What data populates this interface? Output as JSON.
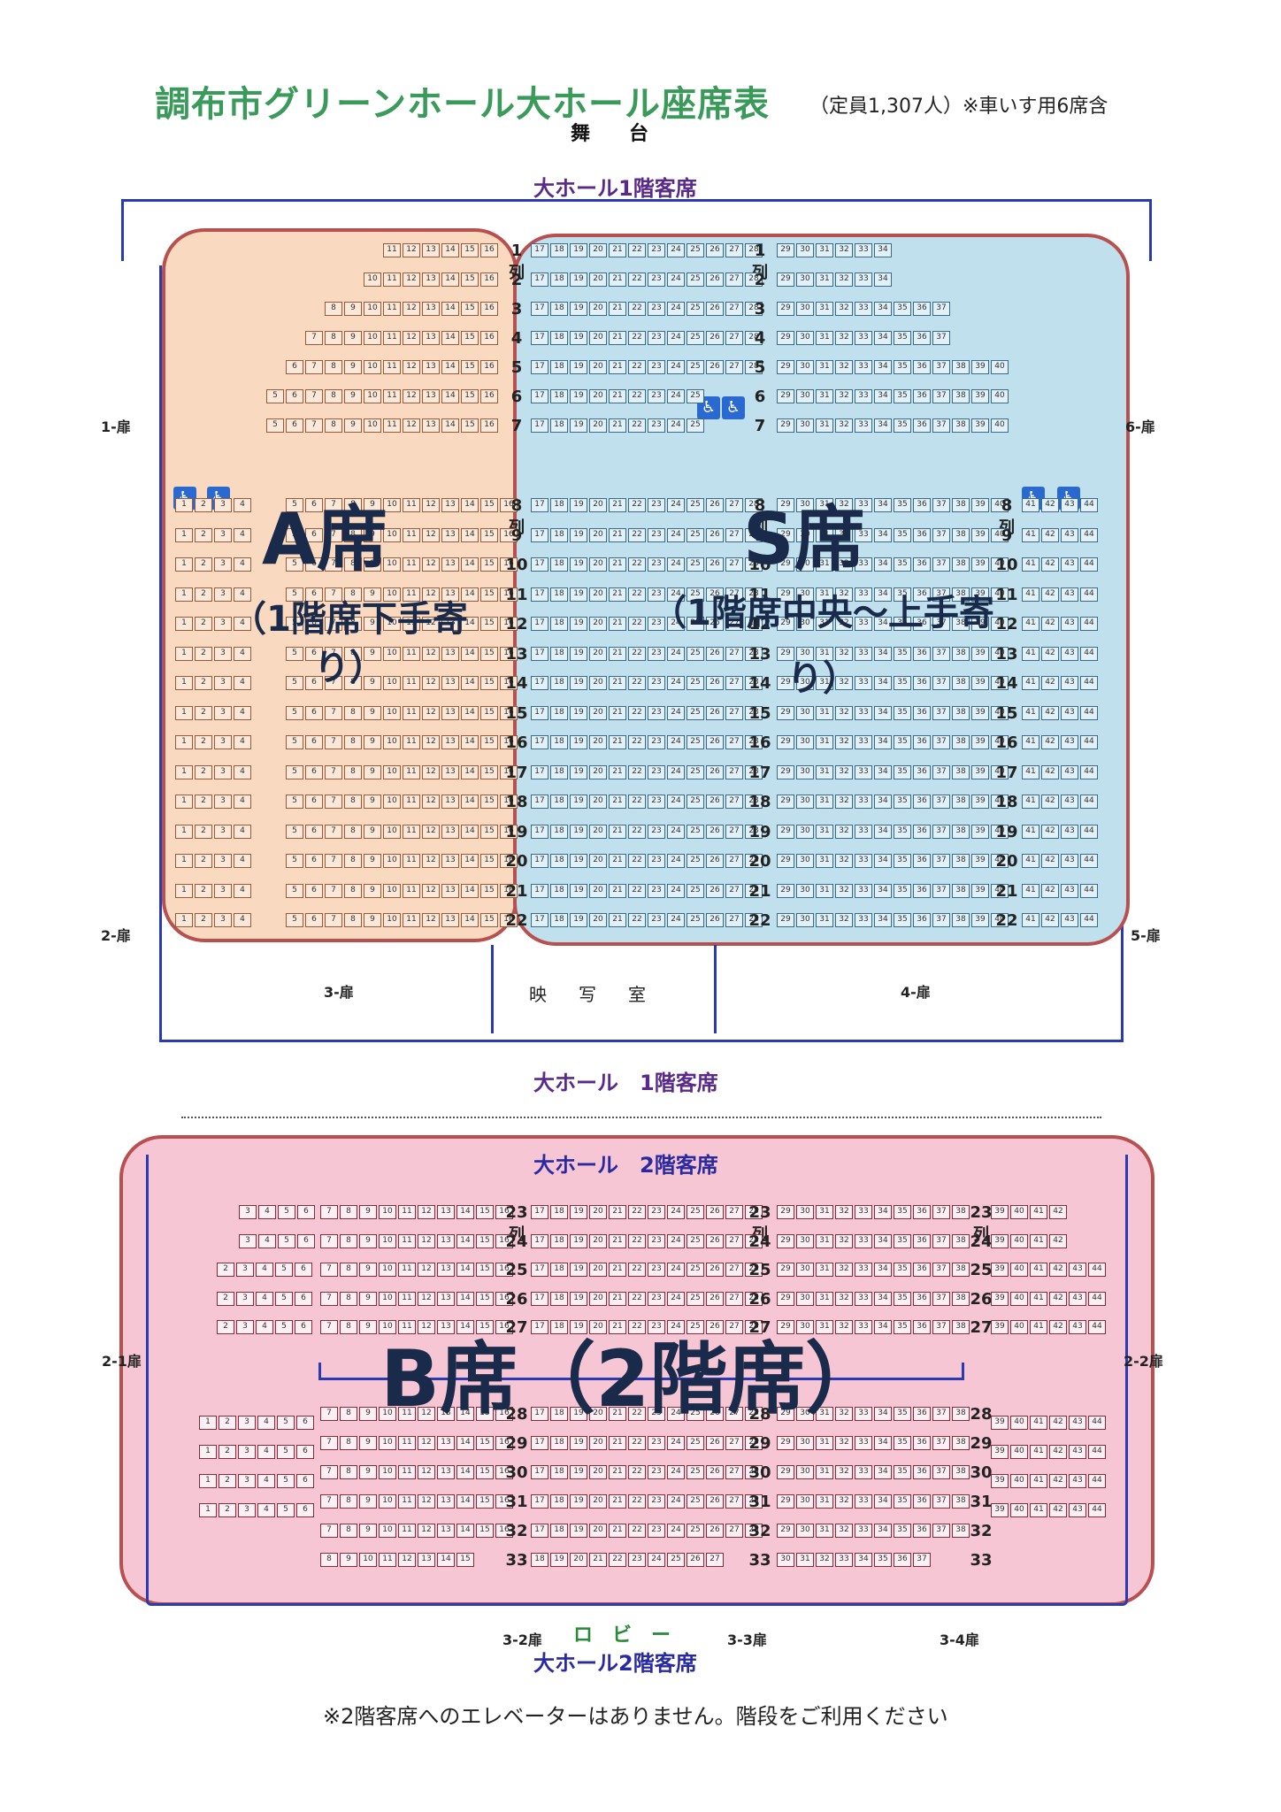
{
  "header": {
    "title": "調布市グリーンホール大ホール座席表",
    "subtitle": "（定員1,307人）※車いす用6席含",
    "stage": "舞　　台"
  },
  "floor1": {
    "label_top": "大ホール1階客席",
    "label_bottom": "大ホール　1階客席",
    "projection_room": "映写室",
    "doors": {
      "d1": "1-扉",
      "d2": "2-扉",
      "d3": "3-扉",
      "d4": "4-扉",
      "d5": "5-扉",
      "d6": "6-扉"
    },
    "zones": {
      "a": {
        "name": "A席",
        "desc_line1": "（1階席下手寄",
        "desc_line2": "り）"
      },
      "s": {
        "name": "S席",
        "desc_line1": "（1階席中央～上手寄",
        "desc_line2": "り）"
      }
    },
    "row_labels_front": [
      "1列",
      "2",
      "3",
      "4",
      "5",
      "6",
      "7"
    ],
    "row_labels_main": [
      "8列",
      "9",
      "10",
      "11",
      "12",
      "13",
      "14",
      "15",
      "16",
      "17",
      "18",
      "19",
      "20",
      "21",
      "22"
    ]
  },
  "floor2": {
    "label_top": "大ホール　2階客席",
    "label_bottom": "大ホール2階客席",
    "lobby": "ロ　ビ　ー",
    "zone": {
      "name": "B席（2階席）"
    },
    "doors": {
      "d21": "2-1扉",
      "d22": "2-2扉",
      "d32": "3-2扉",
      "d33": "3-3扉",
      "d34": "3-4扉"
    },
    "row_labels_upper": [
      "23列",
      "24",
      "25",
      "26",
      "27"
    ],
    "row_labels_lower": [
      "28",
      "29",
      "30",
      "31",
      "32",
      "33"
    ]
  },
  "footer": {
    "note": "※2階客席へのエレベーターはありません。階段をご利用ください"
  },
  "colors": {
    "zone_a": "#f9d9bf",
    "zone_s": "#bfe0ec",
    "zone_b": "#f6c6d4",
    "outline": "#b85050",
    "wall": "#2a3ab0",
    "title": "#3a9a5a"
  }
}
